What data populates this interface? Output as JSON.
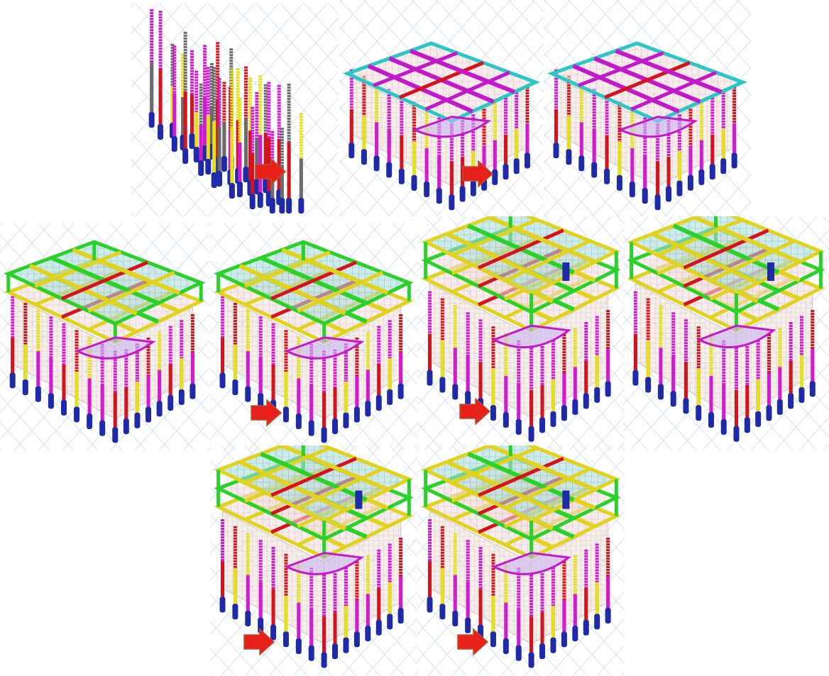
{
  "figure": {
    "panels": [
      {
        "id": 1,
        "stage": "columns"
      },
      {
        "id": 2,
        "stage": "first-floor"
      },
      {
        "id": 3,
        "stage": "first-floor"
      },
      {
        "id": 4,
        "stage": "second-floor"
      },
      {
        "id": 5,
        "stage": "second-floor"
      },
      {
        "id": 6,
        "stage": "upper-floors"
      },
      {
        "id": 7,
        "stage": "upper-floors"
      },
      {
        "id": 8,
        "stage": "upper-floors-complete"
      },
      {
        "id": 9,
        "stage": "upper-floors-complete"
      }
    ],
    "arrow_icon": "right-arrow-icon"
  },
  "colors": {
    "arrow": "#e8201c",
    "arrow_stroke": "#b5542a",
    "grid": "#c9dcef",
    "column_blue": "#1f2aa8",
    "column_magenta": "#d21ad2",
    "column_red": "#d4141c",
    "column_yellow": "#e4e01a",
    "column_gray": "#6b6b6b",
    "beam_yellow": "#e1d21e",
    "beam_green": "#2bd12b",
    "beam_cyan": "#2cc6c6",
    "beam_magenta": "#c21ac8",
    "beam_red": "#d4141c",
    "slab": "#a9dcd8",
    "slab_mesh": "#cdb8b8",
    "wall_mesh": "#f2e2d8"
  }
}
